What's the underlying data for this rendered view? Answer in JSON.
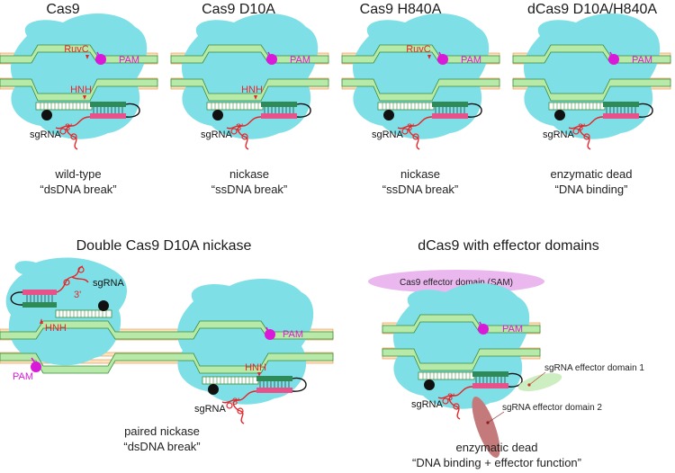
{
  "panels": [
    {
      "title": "Cas9",
      "cap1": "wild-type",
      "cap2": "“dsDNA break”",
      "ruvc": "RuvC",
      "hnh": "HNH"
    },
    {
      "title": "Cas9 D10A",
      "cap1": "nickase",
      "cap2": "“ssDNA break”",
      "ruvc": "",
      "hnh": "HNH"
    },
    {
      "title": "Cas9 H840A",
      "cap1": "nickase",
      "cap2": "“ssDNA break”",
      "ruvc": "RuvC",
      "hnh": ""
    },
    {
      "title": "dCas9 D10A/H840A",
      "cap1": "enzymatic dead",
      "cap2": "“DNA binding”",
      "ruvc": "",
      "hnh": ""
    }
  ],
  "pam": "PAM",
  "sgrna": "sgRNA",
  "three_prime": "3'",
  "double": {
    "title": "Double Cas9 D10A nickase",
    "cap1": "paired nickase",
    "cap2": "“dsDNA break”",
    "hnh": "HNH"
  },
  "effector": {
    "title": "dCas9 with effector domains",
    "sam": "Cas9 effector domain (SAM)",
    "domain1": "sgRNA effector domain 1",
    "domain2": "sgRNA effector domain 2",
    "cap1": "enzymatic dead",
    "cap2": "“DNA binding + effector function”"
  },
  "colors": {
    "cas9_body": "#7ee0e6",
    "dna_strand": "#b7eaa9",
    "dna_outline": "#3a8a3a",
    "dna_outer": "#f3b26b",
    "sgrna_pink": "#e8528a",
    "sgrna_green": "#2e8b57",
    "red": "#e3262b",
    "pam": "#d81ad8",
    "sam": "#eab8ee",
    "domain1": "#cdeec0",
    "domain2": "#c47a7a"
  }
}
